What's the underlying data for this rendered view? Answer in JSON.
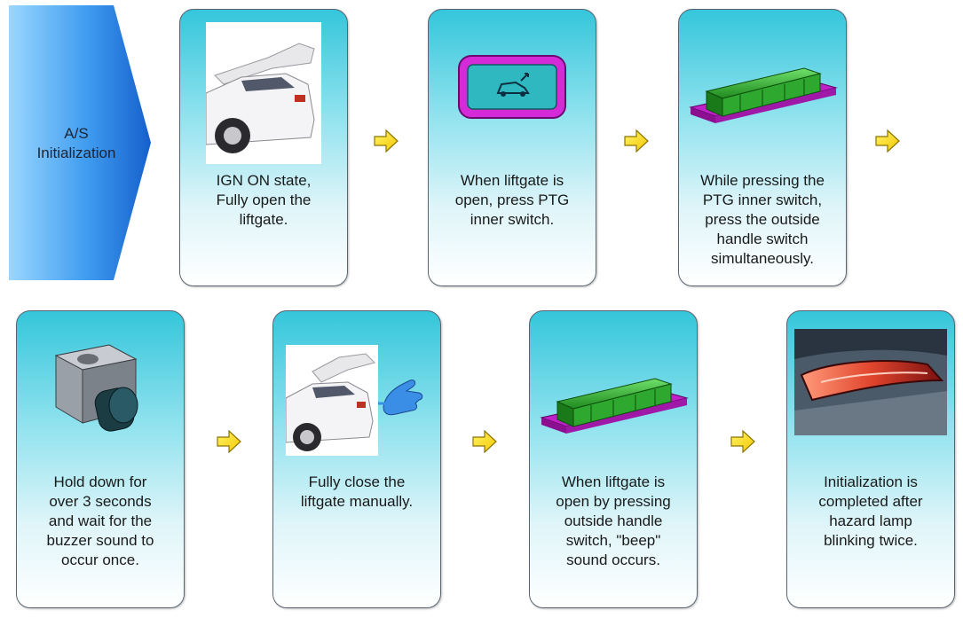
{
  "banner": {
    "lines": [
      "A/S",
      "Initialization"
    ]
  },
  "steps": [
    {
      "lines": [
        "IGN ON state,",
        "Fully open the",
        "liftgate."
      ],
      "icon": "car-open-liftgate-icon"
    },
    {
      "lines": [
        "When liftgate is",
        "open, press PTG",
        "inner switch."
      ],
      "icon": "ptg-inner-switch-icon"
    },
    {
      "lines": [
        "While pressing the",
        "PTG inner switch,",
        "press the outside",
        "handle switch",
        "simultaneously."
      ],
      "icon": "outside-handle-switch-icon"
    },
    {
      "lines": [
        "Hold down for",
        "over 3 seconds",
        "and wait for the",
        "buzzer sound to",
        "occur once."
      ],
      "icon": "buzzer-icon"
    },
    {
      "lines": [
        "Fully close the",
        "liftgate manually."
      ],
      "icon": "car-close-liftgate-icon"
    },
    {
      "lines": [
        "When liftgate is",
        "open by pressing",
        "outside handle",
        "switch, \"beep\"",
        "sound occurs."
      ],
      "icon": "outside-handle-switch-icon"
    },
    {
      "lines": [
        "Initialization is",
        "completed after",
        "hazard lamp",
        "blinking twice."
      ],
      "icon": "hazard-lamp-icon"
    }
  ],
  "colors": {
    "card_top": "#35c6db",
    "card_bottom": "#ffffff",
    "arrow_fill": "#ffe600",
    "banner_blue": "#1e6fd9"
  }
}
